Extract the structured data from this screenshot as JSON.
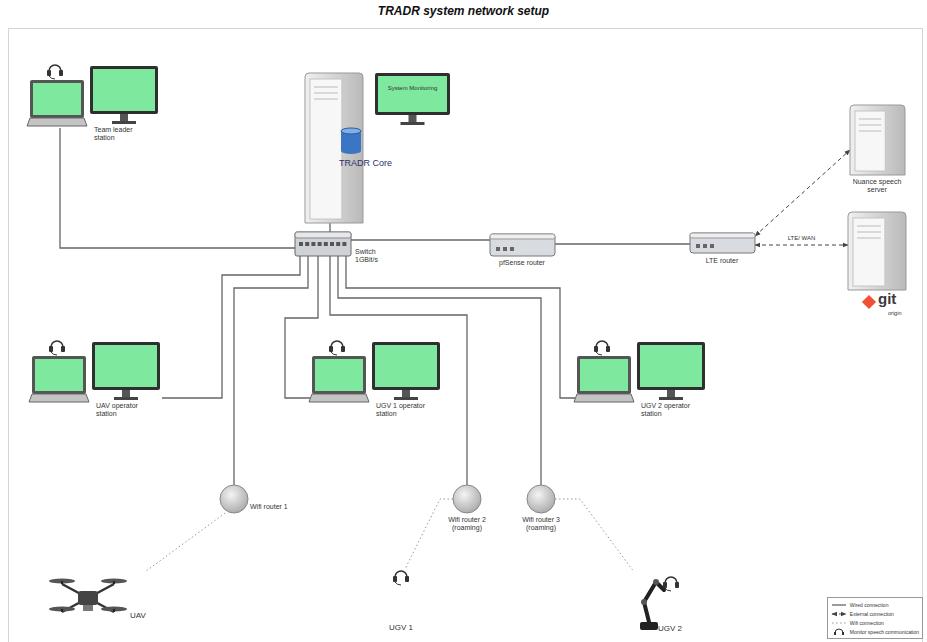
{
  "diagram": {
    "title": "TRADR system network setup",
    "nodes": [
      {
        "text": [
          "Team leader station"
        ]
      },
      {
        "text": [
          "TRADR Core"
        ]
      },
      {
        "text": [
          "System Monitoring"
        ]
      },
      {
        "text": [
          "Switch 1GBit/s"
        ]
      },
      {
        "text": [
          "pfSense router"
        ]
      },
      {
        "text": [
          "LTE router"
        ]
      },
      {
        "text": [
          "Nuance speech server"
        ]
      },
      {
        "text": [
          "git",
          "origin"
        ]
      },
      {
        "text": [
          "UAV operator station"
        ]
      },
      {
        "text": [
          "UGV 1 operator station"
        ]
      },
      {
        "text": [
          "UGV 2 operator station"
        ]
      },
      {
        "text": [
          "Wifi router 1"
        ]
      },
      {
        "text": [
          "Wifi router 2 (roaming)"
        ]
      },
      {
        "text": [
          "Wifi router 3 (roaming)"
        ]
      },
      {
        "text": [
          "UAV"
        ]
      },
      {
        "text": [
          "UGV 1"
        ]
      },
      {
        "text": [
          "UGV 2"
        ]
      }
    ],
    "edges": [
      {
        "from": 0,
        "to": 3,
        "arrow": "none"
      },
      {
        "from": 1,
        "to": 3,
        "arrow": "none"
      },
      {
        "from": 3,
        "to": 4,
        "arrow": "none"
      },
      {
        "from": 4,
        "to": 5,
        "arrow": "none"
      },
      {
        "from": 5,
        "to": 6,
        "arrow": "both"
      },
      {
        "from": 5,
        "to": 7,
        "label": "LTE/ WAN",
        "arrow": "both"
      },
      {
        "from": 3,
        "to": 8,
        "arrow": "none"
      },
      {
        "from": 3,
        "to": 9,
        "arrow": "none"
      },
      {
        "from": 3,
        "to": 10,
        "arrow": "none"
      },
      {
        "from": 3,
        "to": 11,
        "arrow": "none"
      },
      {
        "from": 3,
        "to": 12,
        "arrow": "none"
      },
      {
        "from": 3,
        "to": 13,
        "arrow": "none"
      },
      {
        "from": 11,
        "to": 14,
        "arrow": "none"
      },
      {
        "from": 12,
        "to": 15,
        "arrow": "none"
      },
      {
        "from": 13,
        "to": 16,
        "arrow": "none"
      }
    ],
    "legend": [
      {
        "text": "Wired connection"
      },
      {
        "text": "External connection"
      },
      {
        "text": "Wifi connection"
      },
      {
        "text": "Monitor speech communication"
      }
    ]
  }
}
